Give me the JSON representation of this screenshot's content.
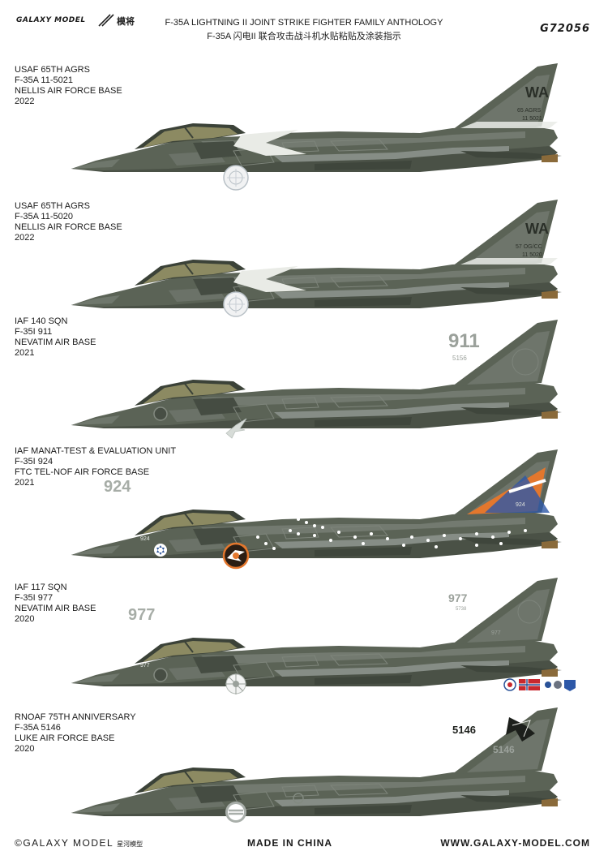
{
  "header": {
    "brand": "GALAXY MODEL",
    "brand_cn": "模将",
    "title_en": "F-35A LIGHTNING II JOINT STRIKE FIGHTER FAMILY ANTHOLOGY",
    "title_cn": "F-35A 闪电II 联合攻击战斗机水贴粘贴及涂装指示",
    "code": "G72056"
  },
  "profiles": [
    {
      "lines": [
        "USAF 65TH AGRS",
        "F-35A 11-5021",
        "NELLIS AIR FORCE BASE",
        "2022"
      ],
      "tail_code": "WA",
      "tail_line1": "65 AGRS",
      "tail_line2": "11 5021",
      "serial_large": "",
      "serial_small": "",
      "nose_number": ""
    },
    {
      "lines": [
        "USAF 65TH AGRS",
        "F-35A 11-5020",
        "NELLIS AIR FORCE BASE",
        "2022"
      ],
      "tail_code": "WA",
      "tail_line1": "57 OG/CC",
      "tail_line2": "11 5020",
      "serial_large": "",
      "serial_small": "",
      "nose_number": ""
    },
    {
      "lines": [
        "IAF 140 SQN",
        "F-35I  911",
        "NEVATIM AIR BASE",
        "2021"
      ],
      "tail_code": "",
      "tail_line1": "",
      "tail_line2": "",
      "serial_large": "911",
      "serial_small": "5156",
      "nose_number": ""
    },
    {
      "lines": [
        "IAF MANAT-TEST & EVALUATION UNIT",
        "F-35I 924",
        "FTC TEL-NOF AIR FORCE BASE",
        "2021"
      ],
      "tail_code": "",
      "tail_line1": "",
      "tail_line2": "924",
      "serial_large": "924",
      "serial_small": "",
      "nose_number": "924"
    },
    {
      "lines": [
        "IAF 117 SQN",
        "F-35I  977",
        "NEVATIM AIR BASE",
        "2020"
      ],
      "tail_code": "",
      "tail_line1": "",
      "tail_line2": "977",
      "serial_large": "977",
      "serial_small": "5738",
      "nose_number": "977"
    },
    {
      "lines": [
        "RNOAF 75TH ANNIVERSARY",
        "F-35A 5146",
        "LUKE AIR FORCE BASE",
        "2020"
      ],
      "tail_code": "",
      "tail_line1": "",
      "tail_line2": "5146",
      "serial_large": "5146",
      "serial_small": "",
      "nose_number": ""
    }
  ],
  "footer": {
    "copyright": "©GALAXY MODEL",
    "copyright_cn": "星河模型",
    "made_in": "MADE IN CHINA",
    "website": "WWW.GALAXY-MODEL.COM"
  },
  "colors": {
    "body": "#5b6356",
    "body_dark": "#4a5146",
    "panel": "#868d86",
    "canopy": "#8c8a62",
    "usaf_white": "#e9ebe6",
    "orange": "#e3772d",
    "blue": "#2d58a8",
    "roundel_blue": "#2a5298"
  }
}
